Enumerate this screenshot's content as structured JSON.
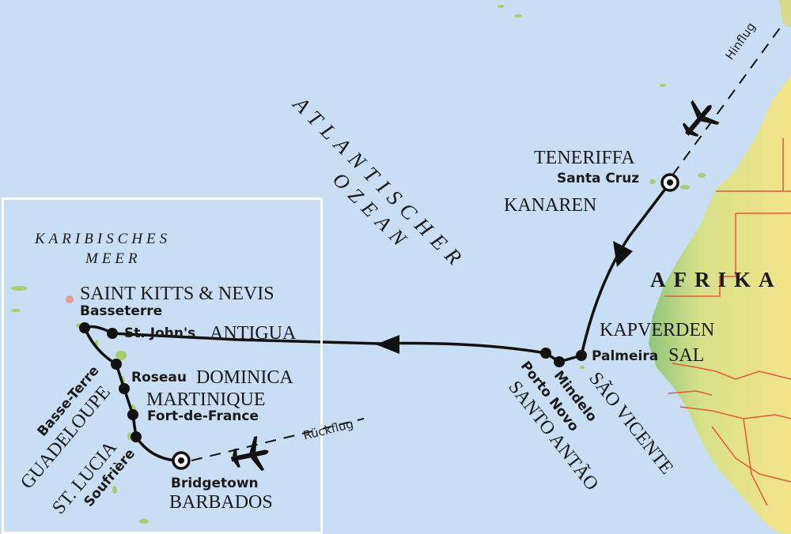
{
  "map": {
    "ocean": [
      "ATLANTISCHER",
      "OZEAN"
    ],
    "sea": [
      "KARIBISCHES",
      "MEER"
    ],
    "continent": "AFRIKA",
    "flights": {
      "outbound": "Hinflug",
      "return": "Rückflug"
    },
    "regions": {
      "teneriffa": "TENERIFFA",
      "kanaren": "KANAREN",
      "kapverden": "KAPVERDEN",
      "sal": "SAL",
      "sao_vicente": "SÃO VICENTE",
      "santo_antao": "SANTO ANTÃO",
      "st_kitts": "SAINT KITTS & NEVIS",
      "antigua": "ANTIGUA",
      "dominica": "DOMINICA",
      "martinique": "MARTINIQUE",
      "guadeloupe": "GUADELOUPE",
      "st_lucia": "ST. LUCIA",
      "barbados": "BARBADOS"
    },
    "ports": {
      "santa_cruz": "Santa Cruz",
      "palmeira": "Palmeira",
      "mindelo": "Mindelo",
      "porto_novo": "Porto Novo",
      "basseterre": "Basseterre",
      "st_johns": "St. John's",
      "basse_terre": "Basse-Terre",
      "roseau": "Roseau",
      "fort_de_france": "Fort-de-France",
      "soufriere": "Soufrière",
      "bridgetown": "Bridgetown"
    },
    "colors": {
      "sea": "#c9def2",
      "land": "#f2e58a",
      "lowland": "#9cc97a",
      "border": "#e05a3a",
      "route": "#111111"
    }
  }
}
